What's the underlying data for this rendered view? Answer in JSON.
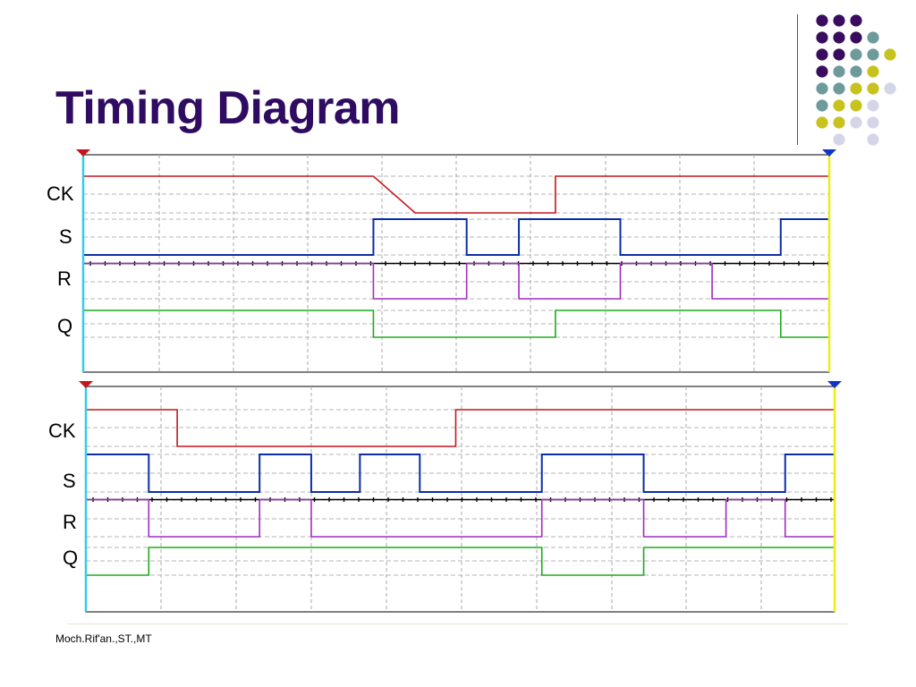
{
  "slide": {
    "title": "Timing Diagram",
    "footer": "Moch.Rif'an.,ST.,MT"
  },
  "colors": {
    "title": "#2f0b62",
    "dots_palette": [
      "#3a0c5f",
      "#6d9b9b",
      "#c8c21e",
      "#d5d5e8"
    ],
    "ck_signal": "#c4161c",
    "s_signal": "#0b2ea8",
    "r_signal": "#a12bc0",
    "q_signal": "#1dab1d",
    "left_marker": "#33ccee",
    "right_marker": "#eeee11",
    "left_flag": "#c4161c",
    "right_flag": "#1133cc"
  },
  "decoration": {
    "dot_grid": [
      "PPP  ",
      "PPPT ",
      "PPTTY",
      "PTTY ",
      "TTYYL",
      "TYYL ",
      "YYLL ",
      " L L "
    ]
  },
  "panels": [
    {
      "id": "panel-1",
      "rows": [
        {
          "label": "CK",
          "signal": "ck"
        },
        {
          "label": "S",
          "signal": "s"
        },
        {
          "label": "R",
          "signal": "r"
        },
        {
          "label": "Q",
          "signal": "q"
        }
      ],
      "waveforms": {
        "ck": [
          [
            0,
            1
          ],
          [
            0.389,
            1
          ],
          [
            0.445,
            0
          ],
          [
            0.633,
            0
          ],
          [
            0.633,
            1
          ],
          [
            1,
            1
          ]
        ],
        "s": [
          [
            0,
            0
          ],
          [
            0.389,
            0
          ],
          [
            0.389,
            1
          ],
          [
            0.514,
            1
          ],
          [
            0.514,
            0
          ],
          [
            0.584,
            0
          ],
          [
            0.584,
            1
          ],
          [
            0.72,
            1
          ],
          [
            0.72,
            0
          ],
          [
            0.935,
            0
          ],
          [
            0.935,
            1
          ],
          [
            1,
            1
          ]
        ],
        "r": [
          [
            0,
            1
          ],
          [
            0.389,
            1
          ],
          [
            0.389,
            0
          ],
          [
            0.514,
            0
          ],
          [
            0.514,
            1
          ],
          [
            0.584,
            1
          ],
          [
            0.584,
            0
          ],
          [
            0.72,
            0
          ],
          [
            0.72,
            1
          ],
          [
            0.843,
            1
          ],
          [
            0.843,
            0
          ],
          [
            1,
            0
          ]
        ],
        "q": [
          [
            0,
            1
          ],
          [
            0.389,
            1
          ],
          [
            0.389,
            0
          ],
          [
            0.633,
            0
          ],
          [
            0.633,
            1
          ],
          [
            0.72,
            1
          ],
          [
            0.935,
            1
          ],
          [
            0.935,
            0
          ],
          [
            1,
            0
          ]
        ]
      }
    },
    {
      "id": "panel-2",
      "rows": [
        {
          "label": "CK",
          "signal": "ck"
        },
        {
          "label": "S",
          "signal": "s"
        },
        {
          "label": "R",
          "signal": "r"
        },
        {
          "label": "Q",
          "signal": "q"
        }
      ],
      "waveforms": {
        "ck": [
          [
            0,
            1
          ],
          [
            0.122,
            1
          ],
          [
            0.122,
            0
          ],
          [
            0.494,
            0
          ],
          [
            0.494,
            1
          ],
          [
            1,
            1
          ]
        ],
        "s": [
          [
            0,
            1
          ],
          [
            0.084,
            1
          ],
          [
            0.084,
            0
          ],
          [
            0.232,
            0
          ],
          [
            0.232,
            1
          ],
          [
            0.301,
            1
          ],
          [
            0.301,
            0
          ],
          [
            0.366,
            0
          ],
          [
            0.366,
            1
          ],
          [
            0.446,
            1
          ],
          [
            0.446,
            0
          ],
          [
            0.609,
            0
          ],
          [
            0.609,
            1
          ],
          [
            0.745,
            1
          ],
          [
            0.745,
            0
          ],
          [
            0.934,
            0
          ],
          [
            0.934,
            1
          ],
          [
            1,
            1
          ]
        ],
        "r": [
          [
            0,
            1
          ],
          [
            0.084,
            1
          ],
          [
            0.084,
            0
          ],
          [
            0.232,
            0
          ],
          [
            0.232,
            1
          ],
          [
            0.301,
            1
          ],
          [
            0.301,
            0
          ],
          [
            0.609,
            0
          ],
          [
            0.609,
            1
          ],
          [
            0.745,
            1
          ],
          [
            0.745,
            0
          ],
          [
            0.855,
            0
          ],
          [
            0.855,
            1
          ],
          [
            0.934,
            1
          ],
          [
            0.934,
            0
          ],
          [
            1,
            0
          ]
        ],
        "q": [
          [
            0,
            0
          ],
          [
            0.084,
            0
          ],
          [
            0.084,
            1
          ],
          [
            0.609,
            1
          ],
          [
            0.609,
            0
          ],
          [
            0.745,
            0
          ],
          [
            0.745,
            1
          ],
          [
            1,
            1
          ]
        ]
      }
    }
  ]
}
